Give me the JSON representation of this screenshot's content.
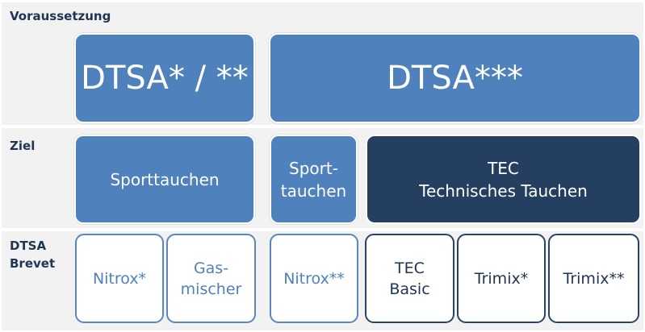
{
  "rows": {
    "voraussetzung": "Voraussetzung",
    "ziel": "Ziel",
    "brevet": "DTSA\nBrevet"
  },
  "voraussetzung": [
    "DTSA* / **",
    "DTSA***"
  ],
  "ziel": [
    "Sporttauchen",
    "Sport-\ntauchen",
    "TEC\nTechnisches Tauchen"
  ],
  "brevet": [
    "Nitrox*",
    "Gas-\nmischer",
    "Nitrox**",
    "TEC\nBasic",
    "Trimix*",
    "Trimix**"
  ],
  "colors": {
    "blue": "#4f81bd",
    "navy": "#243f60",
    "band": "#f2f2f2"
  }
}
